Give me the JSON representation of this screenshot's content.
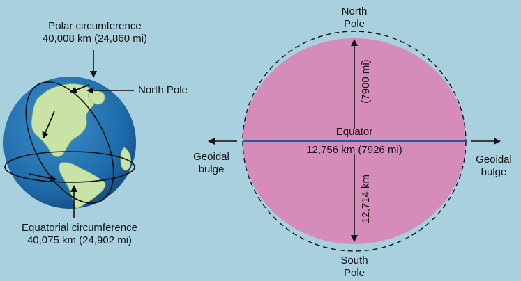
{
  "left": {
    "polar_circumference_title": "Polar circumference",
    "polar_circumference_value": "40,008 km (24,860 mi)",
    "north_pole_label": "North Pole",
    "equatorial_circumference_title": "Equatorial circumference",
    "equatorial_circumference_value": "40,075 km (24,902 mi)"
  },
  "right": {
    "north_pole_line1": "North",
    "north_pole_line2": "Pole",
    "south_pole_line1": "South",
    "south_pole_line2": "Pole",
    "equator_label": "Equator",
    "equatorial_diameter": "12,756 km (7926 mi)",
    "polar_diameter_mi": "(7900 mi)",
    "polar_diameter_km": "12,714 km",
    "geoidal_left_line1": "Geoidal",
    "geoidal_left_line2": "bulge",
    "geoidal_right_line1": "Geoidal",
    "geoidal_right_line2": "bulge"
  },
  "colors": {
    "background": "#a9d0df",
    "ellipse_fill": "#d68cb8",
    "ocean": "#1f74b3",
    "land": "#c9e2a6",
    "equator_line": "#1d5aa8"
  }
}
